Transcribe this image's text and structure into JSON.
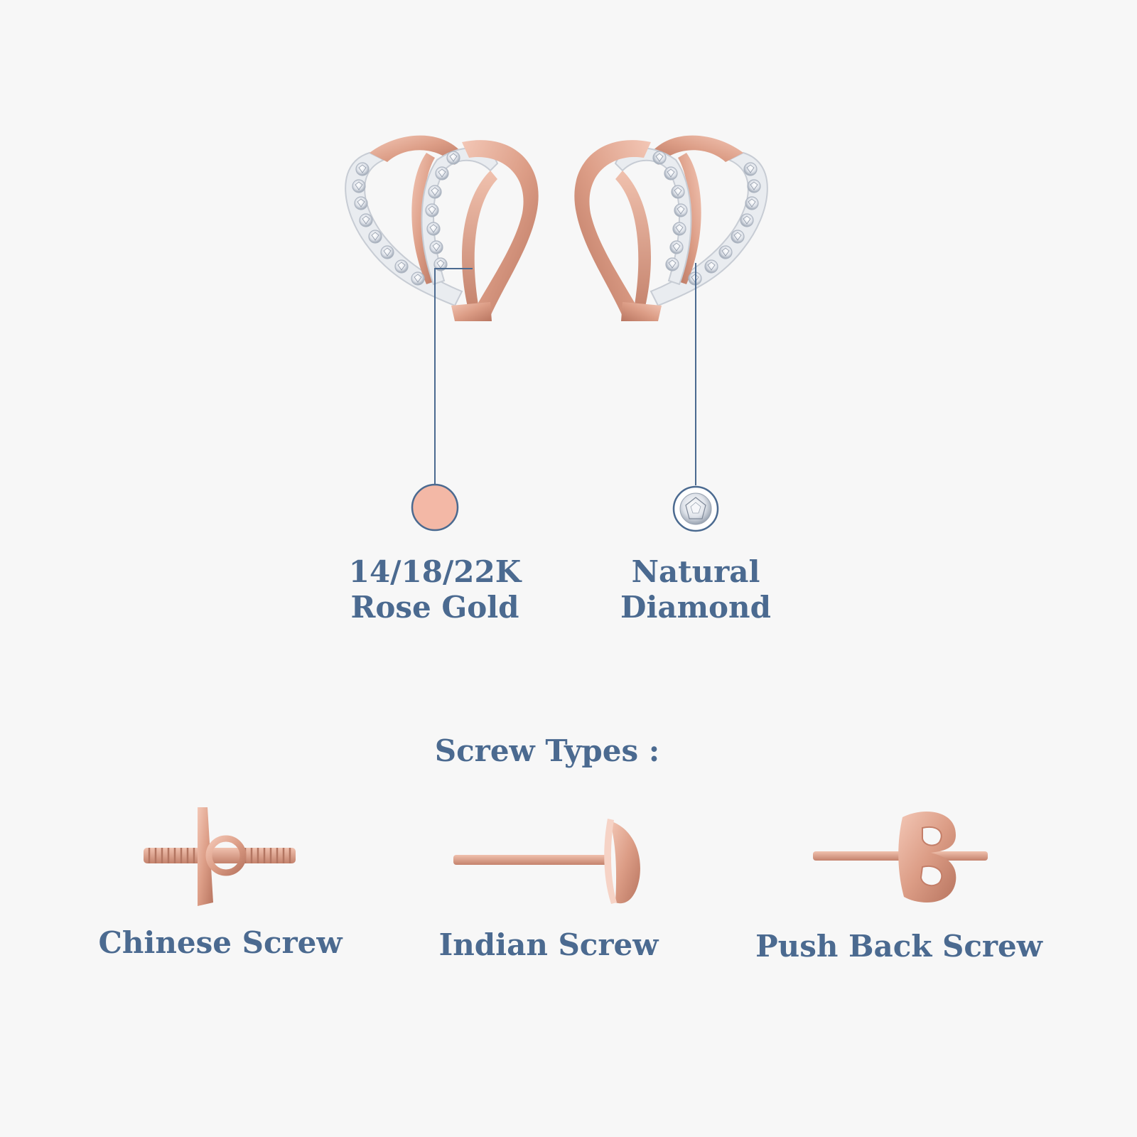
{
  "colors": {
    "background": "#f7f7f7",
    "text": "#4b6a90",
    "rose_gold": "#e0a48d",
    "rose_gold_dark": "#c47e68",
    "callout_line": "#4b6a90",
    "diamond_white": "#f1f3f6"
  },
  "callouts": {
    "metal": {
      "line1": "14/18/22K",
      "line2": "Rose Gold",
      "icon": "rose-gold-swatch-icon"
    },
    "stone": {
      "line1": "Natural",
      "line2": "Diamond",
      "icon": "diamond-swatch-icon"
    }
  },
  "screw_section": {
    "heading": "Screw Types :",
    "types": [
      {
        "label": "Chinese Screw",
        "icon": "chinese-screw-icon"
      },
      {
        "label": "Indian Screw",
        "icon": "indian-screw-icon"
      },
      {
        "label": "Push Back Screw",
        "icon": "push-back-screw-icon"
      }
    ]
  }
}
